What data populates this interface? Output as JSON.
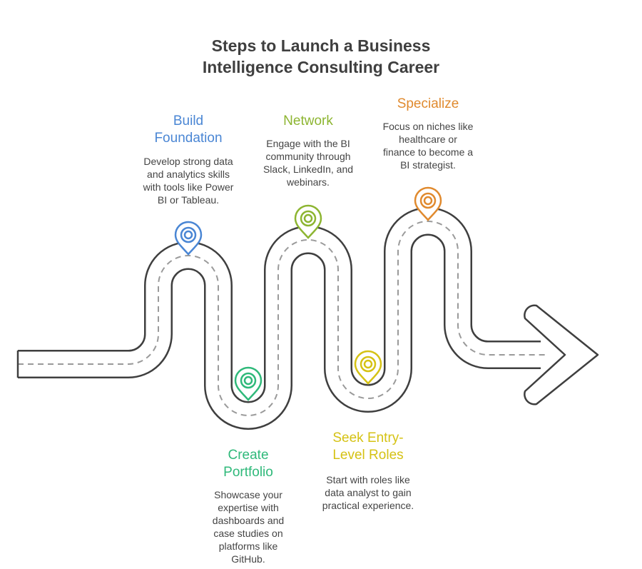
{
  "title": {
    "line1": "Steps to Launch a Business",
    "line2": "Intelligence Consulting Career"
  },
  "steps": [
    {
      "id": "build-foundation",
      "title_lines": [
        "Build",
        "Foundation"
      ],
      "desc_lines": [
        "Develop strong data",
        "and analytics skills",
        "with tools like Power",
        "BI or Tableau."
      ],
      "color": "#4a86d4"
    },
    {
      "id": "create-portfolio",
      "title_lines": [
        "Create",
        "Portfolio"
      ],
      "desc_lines": [
        "Showcase your",
        "expertise with",
        "dashboards and",
        "case studies on",
        "platforms like",
        "GitHub."
      ],
      "color": "#2fb97a"
    },
    {
      "id": "network",
      "title_lines": [
        "Network"
      ],
      "desc_lines": [
        "Engage with the BI",
        "community through",
        "Slack, LinkedIn, and",
        "webinars."
      ],
      "color": "#8db531"
    },
    {
      "id": "seek-entry-level-roles",
      "title_lines": [
        "Seek Entry-",
        "Level Roles"
      ],
      "desc_lines": [
        "Start with roles like",
        "data analyst to gain",
        "practical experience."
      ],
      "color": "#d5c214"
    },
    {
      "id": "specialize",
      "title_lines": [
        "Specialize"
      ],
      "desc_lines": [
        "Focus on niches like",
        "healthcare or",
        "finance to become a",
        "BI strategist."
      ],
      "color": "#e08a2e"
    }
  ],
  "colors": {
    "road_outline": "#3f3f3f",
    "road_fill": "#ffffff",
    "road_dash": "#9a9a9a",
    "title": "#3f3f3f",
    "description": "#444444"
  }
}
